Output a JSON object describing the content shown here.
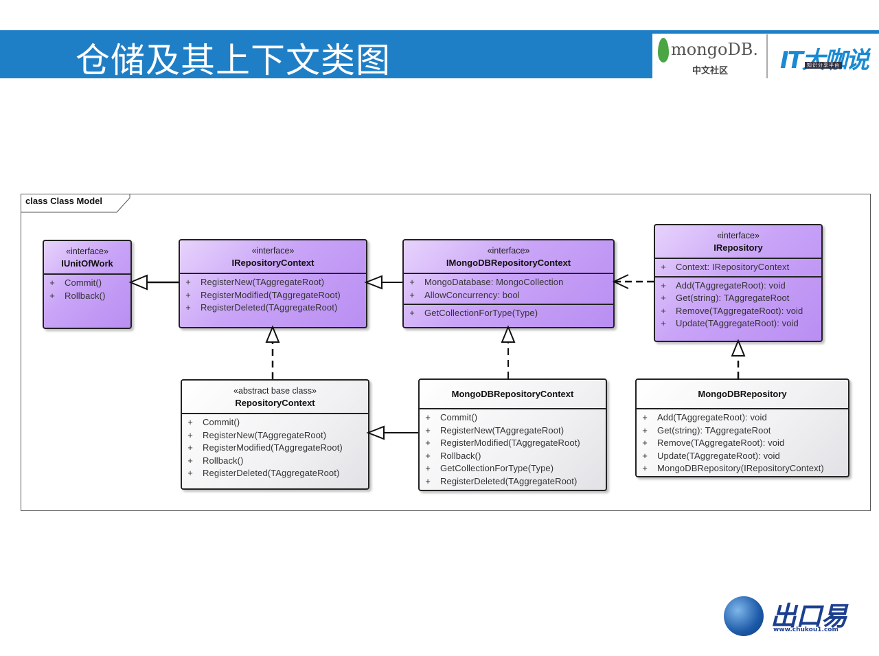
{
  "header": {
    "title": "仓储及其上下文类图",
    "bar_color": "#1f7fc6",
    "logos": {
      "mongodb": {
        "text": "mongoDB.",
        "subtitle": "中文社区",
        "leaf_color": "#4aa544"
      },
      "it_daka": {
        "text": "IT大咖说",
        "subtitle": "知识分享平台",
        "color": "#1a8ad2"
      }
    }
  },
  "diagram": {
    "frame_label": "class Class Model",
    "interface_color": "#c9a4f7",
    "class_color": "#f1f1f3",
    "classes": [
      {
        "id": "IUnitOfWork",
        "stereotype": "«interface»",
        "name": "IUnitOfWork",
        "sections": [
          [
            {
              "vis": "+",
              "text": "Commit()"
            },
            {
              "vis": "+",
              "text": "Rollback()"
            }
          ]
        ]
      },
      {
        "id": "IRepositoryContext",
        "stereotype": "«interface»",
        "name": "IRepositoryContext",
        "sections": [
          [
            {
              "vis": "+",
              "text": "RegisterNew(TAggregateRoot)"
            },
            {
              "vis": "+",
              "text": "RegisterModified(TAggregateRoot)"
            },
            {
              "vis": "+",
              "text": "RegisterDeleted(TAggregateRoot)"
            }
          ]
        ]
      },
      {
        "id": "IMongoDBRepositoryContext",
        "stereotype": "«interface»",
        "name": "IMongoDBRepositoryContext",
        "sections": [
          [
            {
              "vis": "+",
              "text": "MongoDatabase: MongoCollection"
            },
            {
              "vis": "+",
              "text": "AllowConcurrency: bool"
            }
          ],
          [
            {
              "vis": "+",
              "text": "GetCollectionForType(Type)"
            }
          ]
        ]
      },
      {
        "id": "IRepository",
        "stereotype": "«interface»",
        "name": "IRepository",
        "sections": [
          [
            {
              "vis": "+",
              "text": "Context: IRepositoryContext"
            }
          ],
          [
            {
              "vis": "+",
              "text": "Add(TAggregateRoot): void"
            },
            {
              "vis": "+",
              "text": "Get(string): TAggregateRoot"
            },
            {
              "vis": "+",
              "text": "Remove(TAggregateRoot): void"
            },
            {
              "vis": "+",
              "text": "Update(TAggregateRoot): void"
            }
          ]
        ]
      },
      {
        "id": "RepositoryContext",
        "stereotype": "«abstract base class»",
        "name": "RepositoryContext",
        "sections": [
          [
            {
              "vis": "+",
              "text": "Commit()"
            },
            {
              "vis": "+",
              "text": "RegisterNew(TAggregateRoot)"
            },
            {
              "vis": "+",
              "text": "RegisterModified(TAggregateRoot)"
            },
            {
              "vis": "+",
              "text": "Rollback()"
            },
            {
              "vis": "+",
              "text": "RegisterDeleted(TAggregateRoot)"
            }
          ]
        ]
      },
      {
        "id": "MongoDBRepositoryContext",
        "stereotype": "",
        "name": "MongoDBRepositoryContext",
        "sections": [
          [
            {
              "vis": "+",
              "text": "Commit()"
            },
            {
              "vis": "+",
              "text": "RegisterNew(TAggregateRoot)"
            },
            {
              "vis": "+",
              "text": "RegisterModified(TAggregateRoot)"
            },
            {
              "vis": "+",
              "text": "Rollback()"
            },
            {
              "vis": "+",
              "text": "GetCollectionForType(Type)"
            },
            {
              "vis": "+",
              "text": "RegisterDeleted(TAggregateRoot)"
            }
          ]
        ]
      },
      {
        "id": "MongoDBRepository",
        "stereotype": "",
        "name": "MongoDBRepository",
        "sections": [
          [
            {
              "vis": "+",
              "text": "Add(TAggregateRoot): void"
            },
            {
              "vis": "+",
              "text": "Get(string): TAggregateRoot"
            },
            {
              "vis": "+",
              "text": "Remove(TAggregateRoot): void"
            },
            {
              "vis": "+",
              "text": "Update(TAggregateRoot): void"
            },
            {
              "vis": "+",
              "text": "MongoDBRepository(IRepositoryContext)"
            }
          ]
        ]
      }
    ],
    "relations": [
      {
        "from": "IRepositoryContext",
        "to": "IUnitOfWork",
        "type": "generalization"
      },
      {
        "from": "IMongoDBRepositoryContext",
        "to": "IRepositoryContext",
        "type": "generalization"
      },
      {
        "from": "IRepository",
        "to": "IMongoDBRepositoryContext",
        "type": "dependency"
      },
      {
        "from": "RepositoryContext",
        "to": "IRepositoryContext",
        "type": "realization"
      },
      {
        "from": "MongoDBRepositoryContext",
        "to": "IMongoDBRepositoryContext",
        "type": "realization"
      },
      {
        "from": "MongoDBRepositoryContext",
        "to": "RepositoryContext",
        "type": "generalization"
      },
      {
        "from": "MongoDBRepository",
        "to": "IRepository",
        "type": "realization"
      }
    ]
  },
  "footer": {
    "logo": {
      "text": "出口易",
      "url": "www.chukou1.com",
      "color": "#1c3f8f"
    }
  }
}
